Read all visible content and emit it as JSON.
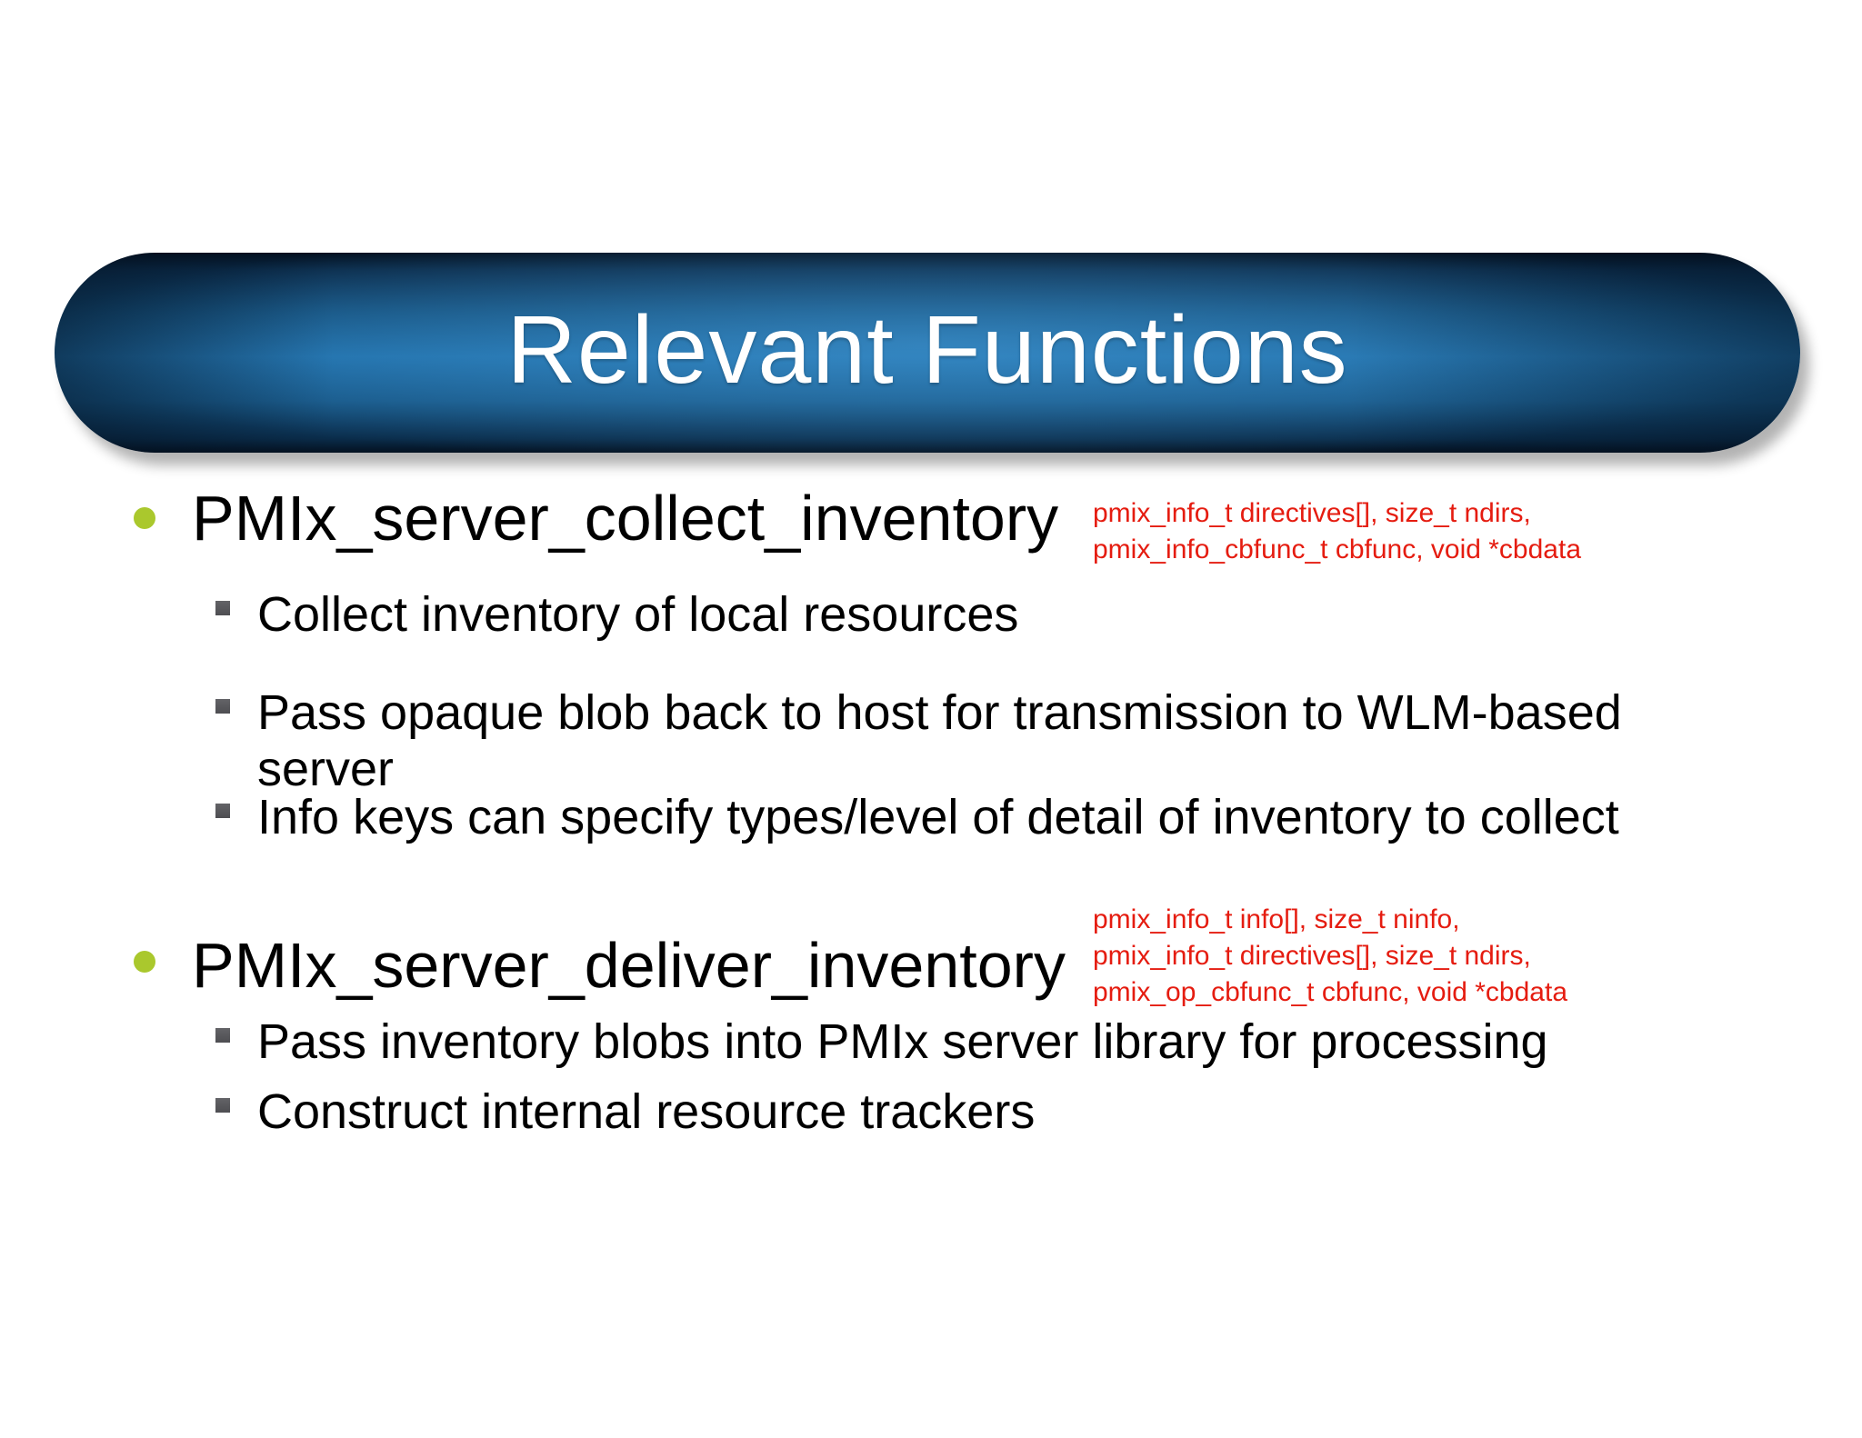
{
  "slide": {
    "title": "Relevant Functions",
    "colors": {
      "background": "#ffffff",
      "banner_blue_center": "#1f6ea8",
      "banner_blue_dark": "#03101f",
      "title_text": "#ffffff",
      "body_text": "#000000",
      "bullet_dot_green": "#aac82d",
      "sub_bullet_square_gray": "#58585a",
      "signature_red": "#e51c10"
    },
    "icons": {
      "level1_marker": "green-circle-bullet",
      "level2_marker": "gray-square-bullet"
    }
  },
  "functions": [
    {
      "name": "PMIx_server_collect_inventory",
      "signature_lines": [
        "pmix_info_t directives[], size_t ndirs,",
        "pmix_info_cbfunc_t cbfunc, void *cbdata"
      ],
      "points": [
        "Collect inventory of local resources",
        "Pass opaque blob back to host for transmission to WLM-based server",
        "Info keys can specify types/level of detail of inventory to collect"
      ]
    },
    {
      "name": "PMIx_server_deliver_inventory",
      "signature_lines": [
        "pmix_info_t info[], size_t ninfo,",
        "pmix_info_t directives[], size_t ndirs,",
        "pmix_op_cbfunc_t cbfunc, void *cbdata"
      ],
      "points": [
        "Pass inventory blobs into PMIx server library for processing",
        "Construct internal resource trackers"
      ]
    }
  ]
}
